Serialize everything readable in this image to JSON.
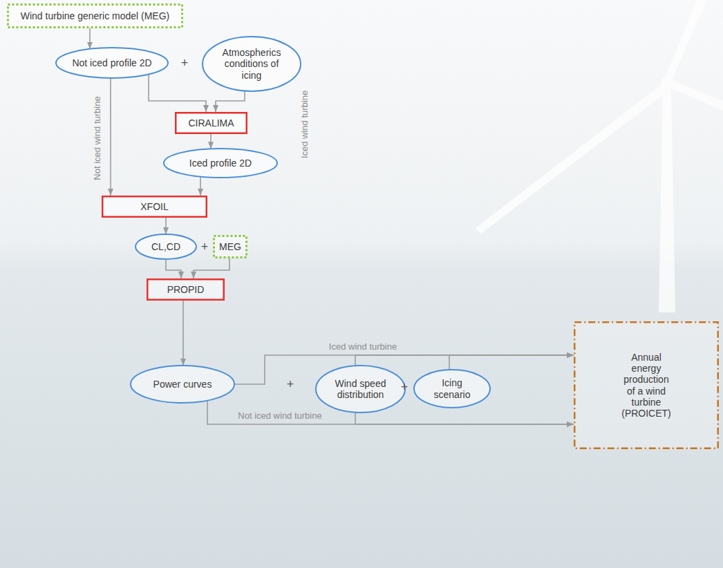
{
  "diagram": {
    "nodes": [
      {
        "text": [
          "Wind turbine generic model (MEG)"
        ]
      },
      {
        "text": [
          "Not iced profile 2D"
        ]
      },
      {
        "text": [
          "Atmospherics conditions of icing"
        ]
      },
      {
        "text": [
          "CIRALIMA"
        ]
      },
      {
        "text": [
          "Iced profile 2D"
        ]
      },
      {
        "text": [
          "XFOIL"
        ]
      },
      {
        "text": [
          "CL,CD"
        ]
      },
      {
        "text": [
          "MEG"
        ]
      },
      {
        "text": [
          "PROPID"
        ]
      },
      {
        "text": [
          "Power curves"
        ]
      },
      {
        "text": [
          "Wind speed distribution"
        ]
      },
      {
        "text": [
          "Icing scenario"
        ]
      },
      {
        "text": [
          "Annual energy production of a wind turbine (PROICET)"
        ]
      }
    ],
    "edges": [
      {
        "from": 0,
        "to": 1,
        "arrow": "to"
      },
      {
        "from": 1,
        "to": 3,
        "arrow": "to"
      },
      {
        "from": 2,
        "to": 3,
        "arrow": "to"
      },
      {
        "from": 3,
        "to": 4,
        "arrow": "to"
      },
      {
        "from": 4,
        "to": 5,
        "arrow": "to"
      },
      {
        "from": 1,
        "to": 5,
        "label": "Not iced wind turbine",
        "arrow": "to"
      },
      {
        "from": 5,
        "to": 6,
        "arrow": "to"
      },
      {
        "from": 6,
        "to": 8,
        "arrow": "to"
      },
      {
        "from": 7,
        "to": 8,
        "arrow": "to"
      },
      {
        "from": 8,
        "to": 9,
        "arrow": "to"
      },
      {
        "from": 9,
        "to": 12,
        "label": "Iced wind turbine",
        "arrow": "to"
      },
      {
        "from": 10,
        "to": 12,
        "arrow": "to"
      },
      {
        "from": 11,
        "to": 12,
        "arrow": "to"
      },
      {
        "from": 9,
        "to": 12,
        "label": "Not iced wind turbine",
        "arrow": "to"
      },
      {
        "from": 10,
        "to": 12,
        "arrow": "to"
      }
    ],
    "labels": [
      "+",
      "+",
      "+",
      "+",
      "Iced wind turbine"
    ]
  }
}
